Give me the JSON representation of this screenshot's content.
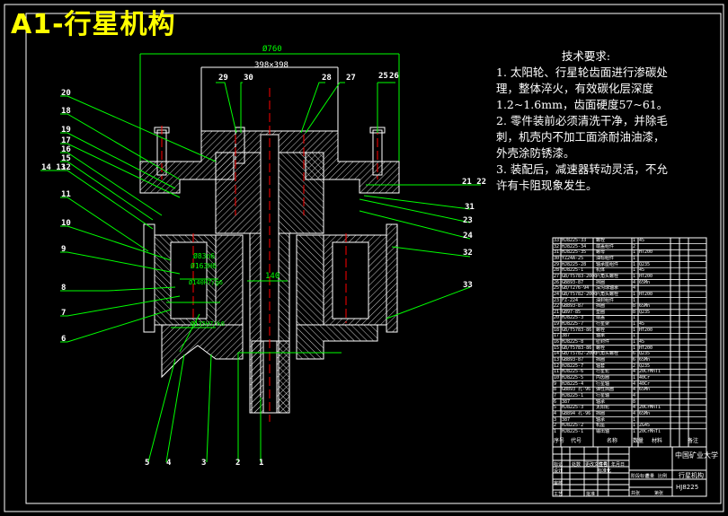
{
  "title": "A1-行星机构",
  "technical_requirements": {
    "heading": "技术要求:",
    "lines": [
      "1. 太阳轮、行星轮齿面进行渗碳处",
      "理，整体淬火，有效碳化层深度",
      "1.2~1.6mm，齿面硬度57~61。",
      "2. 零件装前必须清洗干净，并除毛",
      "刺，机壳内不加工面涂耐油油漆，",
      "外壳涂防锈漆。",
      "3. 装配后，减速器转动灵活，不允",
      "许有卡阻现象发生。"
    ]
  },
  "dimensions": {
    "outer_diameter": "Ø760",
    "square": "398×398",
    "center_distance": "140",
    "fit_1": "Ø83n6",
    "fit_2": "Ø163H6",
    "fit_3": "Ø140H7/g6",
    "fit_4": "Ø135H7/k6"
  },
  "part_labels": {
    "left": [
      "20",
      "18",
      "19",
      "17",
      "16",
      "15",
      "14 13",
      "12",
      "11",
      "10",
      "9",
      "8",
      "7",
      "6"
    ],
    "top": [
      "29",
      "30",
      "28",
      "27",
      "25",
      "26"
    ],
    "right": [
      "21 22",
      "31",
      "23",
      "24",
      "32",
      "33"
    ],
    "bottom": [
      "5",
      "4",
      "3",
      "2",
      "1"
    ]
  },
  "bom": {
    "rows": [
      {
        "no": "33",
        "code": "HJ8225-33",
        "name": "螺栓",
        "qty": "1",
        "material": "45"
      },
      {
        "no": "32",
        "code": "HJ8225-34",
        "name": "端盖组件",
        "qty": "2",
        "material": ""
      },
      {
        "no": "31",
        "code": "HJ8225-35",
        "name": "螺母",
        "qty": "1",
        "material": "HT200"
      },
      {
        "no": "30",
        "code": "YZ24A-25",
        "name": "油标组件",
        "qty": "1",
        "material": ""
      },
      {
        "no": "29",
        "code": "HJ8225-28",
        "name": "轴承座组件",
        "qty": "1",
        "material": "Q235"
      },
      {
        "no": "28",
        "code": "HJ8225-1",
        "name": "机体",
        "qty": "1",
        "material": "45"
      },
      {
        "no": "27",
        "code": "GB/T5783-2000",
        "name": "六角头螺栓",
        "qty": "1",
        "material": "HT200"
      },
      {
        "no": "26",
        "code": "GB893-87",
        "name": "挡圈",
        "qty": "4",
        "material": "65Mn"
      },
      {
        "no": "25",
        "code": "GB/T276-94",
        "name": "深沟球轴承",
        "qty": "4",
        "material": ""
      },
      {
        "no": "24",
        "code": "GB/T5782-2000",
        "name": "六角头螺栓",
        "qty": "1",
        "material": "HT200"
      },
      {
        "no": "23",
        "code": "FZ-224",
        "name": "油封组件",
        "qty": "1",
        "material": ""
      },
      {
        "no": "22",
        "code": "GB893-87",
        "name": "挡圈",
        "qty": "8",
        "material": "65Mn"
      },
      {
        "no": "21",
        "code": "GB97-85",
        "name": "垫圈",
        "qty": "8",
        "material": "Q235"
      },
      {
        "no": "20",
        "code": "HJ8225-3",
        "name": "端盖",
        "qty": "1",
        "material": ""
      },
      {
        "no": "19",
        "code": "HJ8225-7",
        "name": "行星架",
        "qty": "1",
        "material": "45"
      },
      {
        "no": "18",
        "code": "GB/T5783-86",
        "name": "螺栓",
        "qty": "1",
        "material": "HT200"
      },
      {
        "no": "17",
        "code": "387",
        "name": "轴承",
        "qty": "1",
        "material": ""
      },
      {
        "no": "16",
        "code": "HJ8225-8",
        "name": "密封件",
        "qty": "1",
        "material": "45"
      },
      {
        "no": "15",
        "code": "GB/T5783-86",
        "name": "螺栓",
        "qty": "1",
        "material": "HT200"
      },
      {
        "no": "14",
        "code": "GB/T5782-2000",
        "name": "六角头螺栓",
        "qty": "6",
        "material": "Q235"
      },
      {
        "no": "13",
        "code": "GB893-87",
        "name": "挡圈",
        "qty": "6",
        "material": "65Mn"
      },
      {
        "no": "12",
        "code": "HJ8225-7",
        "name": "轴套",
        "qty": "2",
        "material": "Q235"
      },
      {
        "no": "11",
        "code": "HJ8225-6",
        "name": "行星轮",
        "qty": "4",
        "material": "20CrMnTi"
      },
      {
        "no": "10",
        "code": "HJ8225-5",
        "name": "内齿圈",
        "qty": "1",
        "material": "40Cr",
        "extra": [
          "",
          ""
        ]
      },
      {
        "no": "9",
        "code": "HJ8225-4",
        "name": "行星轴",
        "qty": "4",
        "material": "40Cr"
      },
      {
        "no": "8",
        "code": "GB893 孔-96",
        "name": "弹性挡圈",
        "qty": "4",
        "material": "65Mn"
      },
      {
        "no": "7",
        "code": "HJ8225-1",
        "name": "行星轴",
        "qty": "4",
        "material": ""
      },
      {
        "no": "6",
        "code": "387",
        "name": "轴承",
        "qty": "8",
        "material": ""
      },
      {
        "no": "5",
        "code": "HJ8225-3",
        "name": "太阳轮",
        "qty": "4",
        "material": "20CrMnTi"
      },
      {
        "no": "4",
        "code": "GB894 孔-96",
        "name": "挡圈",
        "qty": "4",
        "material": "65Mn"
      },
      {
        "no": "3",
        "code": "387",
        "name": "轴承",
        "qty": "1",
        "material": ""
      },
      {
        "no": "2",
        "code": "HJ8225-2",
        "name": "机座",
        "qty": "1",
        "material": "ZG45"
      },
      {
        "no": "1",
        "code": "HJ8225-1",
        "name": "输出轴",
        "qty": "1",
        "material": "20CrMnTi"
      }
    ],
    "header": {
      "no": "序号",
      "code": "代号",
      "name": "名称",
      "qty": "数量",
      "material": "材料",
      "weight": "单件 总计 重量",
      "note": "备注"
    }
  },
  "title_block": {
    "university": "中国矿业大学",
    "drawing_name": "行星机构",
    "drawing_no": "HJ8225",
    "labels": {
      "mark": "标记",
      "count": "处数",
      "revision_doc": "更改文件号",
      "sign": "签名",
      "date": "年月日",
      "design": "设计",
      "standardize": "标准化",
      "review": "审核",
      "process": "工艺",
      "approve": "批准",
      "stage_mark": "阶段标记",
      "weight": "重量",
      "scale": "比例",
      "sheet_total": "共张",
      "sheet_no": "第张"
    }
  },
  "colors": {
    "background": "#000000",
    "outline": "#ffffff",
    "leader": "#00ff00",
    "centerline": "#ff0000",
    "title": "#ffff00"
  }
}
